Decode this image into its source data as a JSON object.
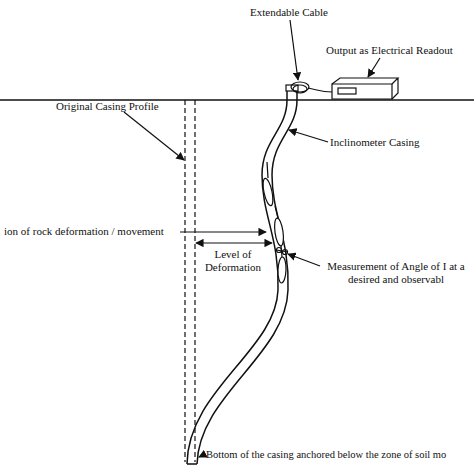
{
  "diagram": {
    "labels": [
      "Extendable Cable",
      "Output as Electrical Readout",
      "Original Casing Profile",
      "Inclinometer Casing",
      "ion of rock deformation / movement",
      "Level of Deformation",
      "Measurement of Angle of I at a desired and observabl",
      "Bottom of the casing anchored below the zone of soil mo"
    ]
  }
}
